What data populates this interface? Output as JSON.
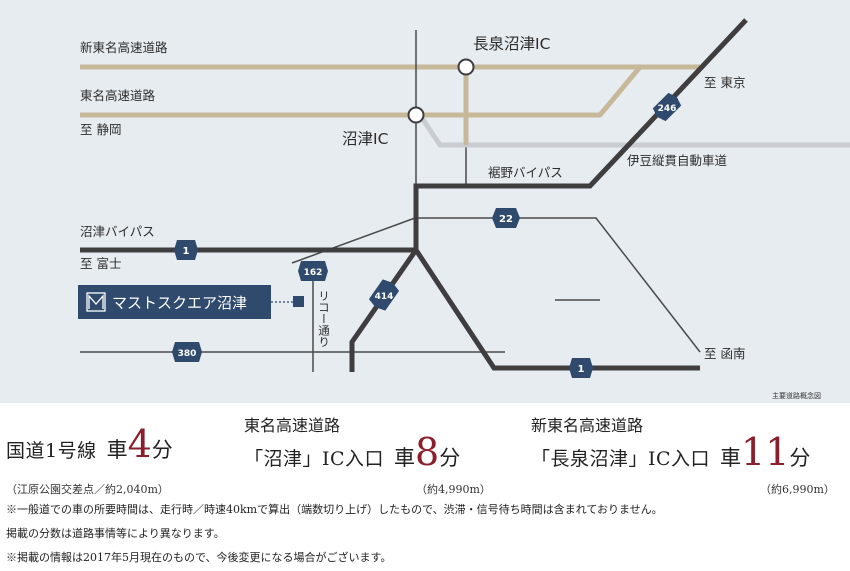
{
  "map": {
    "colors": {
      "background": "#e7ecf1",
      "expressway": "#c8b89a",
      "izu_road": "#c9ccd0",
      "main_road": "#3f3d3e",
      "minor_road": "#4a4a4a",
      "badge": "#2f4a6d",
      "property": "#2f4a6d"
    },
    "roads": {
      "shin_tomei": "新東名高速道路",
      "tomei": "東名高速道路",
      "izu": "伊豆縦貫自動車道",
      "susono": "裾野バイパス",
      "numazu_bypass": "沼津バイパス",
      "ricoh": "リコー通り"
    },
    "directions": {
      "tokyo": "至 東京",
      "shizuoka": "至 静岡",
      "fuji": "至 富士",
      "kannami": "至 函南"
    },
    "interchanges": {
      "nagaizumi": "長泉沼津IC",
      "numazu": "沼津IC"
    },
    "badges": {
      "r246": "246",
      "r22": "22",
      "r1_left": "1",
      "r162": "162",
      "r414": "414",
      "r380": "380",
      "r1_bottom": "1"
    },
    "property_name": "マストスクエア沼津",
    "note": "主要道路概念図"
  },
  "access": [
    {
      "line1": "",
      "line2": "国道1号線",
      "car": "車",
      "minutes": "4",
      "unit": "分",
      "detail": "（江原公園交差点／約2,040m）"
    },
    {
      "line1": "東名高速道路",
      "line2": "「沼津」IC入口",
      "car": "車",
      "minutes": "8",
      "unit": "分",
      "detail": "（約4,990m）"
    },
    {
      "line1": "新東名高速道路",
      "line2": "「長泉沼津」IC入口",
      "car": "車",
      "minutes": "11",
      "unit": "分",
      "detail": "（約6,990m）"
    }
  ],
  "notes": [
    "※一般道での車の所要時間は、走行時／時速40kmで算出（端数切り上げ）したもので、渋滞・信号待ち時間は含まれておりません。",
    "掲載の分数は道路事情等により異なります。",
    "※掲載の情報は2017年5月現在のもので、今後変更になる場合がございます。"
  ]
}
